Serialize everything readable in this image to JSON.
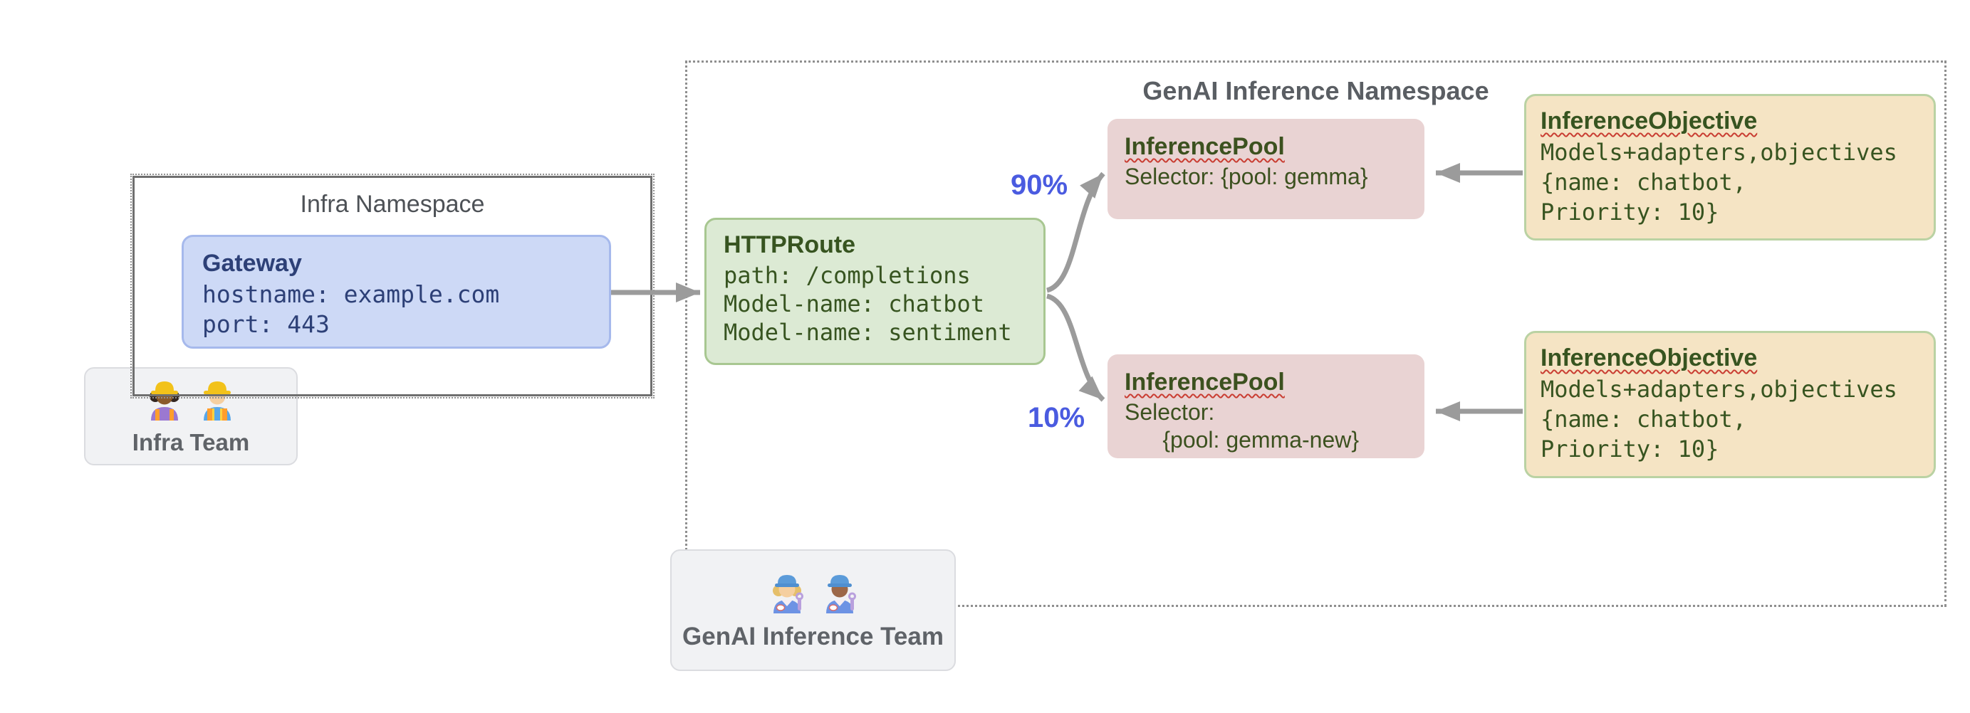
{
  "infra_namespace": {
    "label": "Infra Namespace",
    "gateway": {
      "title": "Gateway",
      "lines": [
        "hostname: example.com",
        "port: 443"
      ]
    }
  },
  "infra_team": {
    "label": "Infra Team",
    "icons": [
      "woman-construction-worker-emoji",
      "man-construction-worker-emoji"
    ]
  },
  "genai_namespace": {
    "label": "GenAI Inference Namespace",
    "httproute": {
      "title": "HTTPRoute",
      "lines": [
        "path: /completions",
        "Model-name: chatbot",
        "Model-name: sentiment"
      ]
    },
    "inference_pools": [
      {
        "title": "InferencePool",
        "lines": [
          "Selector: {pool: gemma}",
          ""
        ],
        "traffic": "90%"
      },
      {
        "title": "InferencePool",
        "lines": [
          "Selector:",
          "      {pool: gemma-new}"
        ],
        "traffic": "10%"
      }
    ],
    "inference_objectives": [
      {
        "title": "InferenceObjective",
        "lines": [
          "Models+adapters,objectives",
          "{name: chatbot,",
          "Priority: 10}"
        ]
      },
      {
        "title": "InferenceObjective",
        "lines": [
          "Models+adapters,objectives",
          "{name: chatbot,",
          "Priority: 10}"
        ]
      }
    ]
  },
  "genai_team": {
    "label": "GenAI Inference Team",
    "icons": [
      "woman-mechanic-emoji",
      "man-mechanic-emoji"
    ]
  },
  "colors": {
    "arrow_gray": "#9b9b9b",
    "traffic_label_blue": "#4a5be0",
    "gateway_bg": "#cdd9f6",
    "gateway_text": "#2d4077",
    "httproute_bg": "#dcead4",
    "inference_pool_bg": "#e9d3d3",
    "inference_objective_bg": "#f5e4c4",
    "dark_green_text": "#375420",
    "namespace_gray_text": "#5a5e63",
    "spellcheck_squiggle_red": "#c93d32"
  }
}
